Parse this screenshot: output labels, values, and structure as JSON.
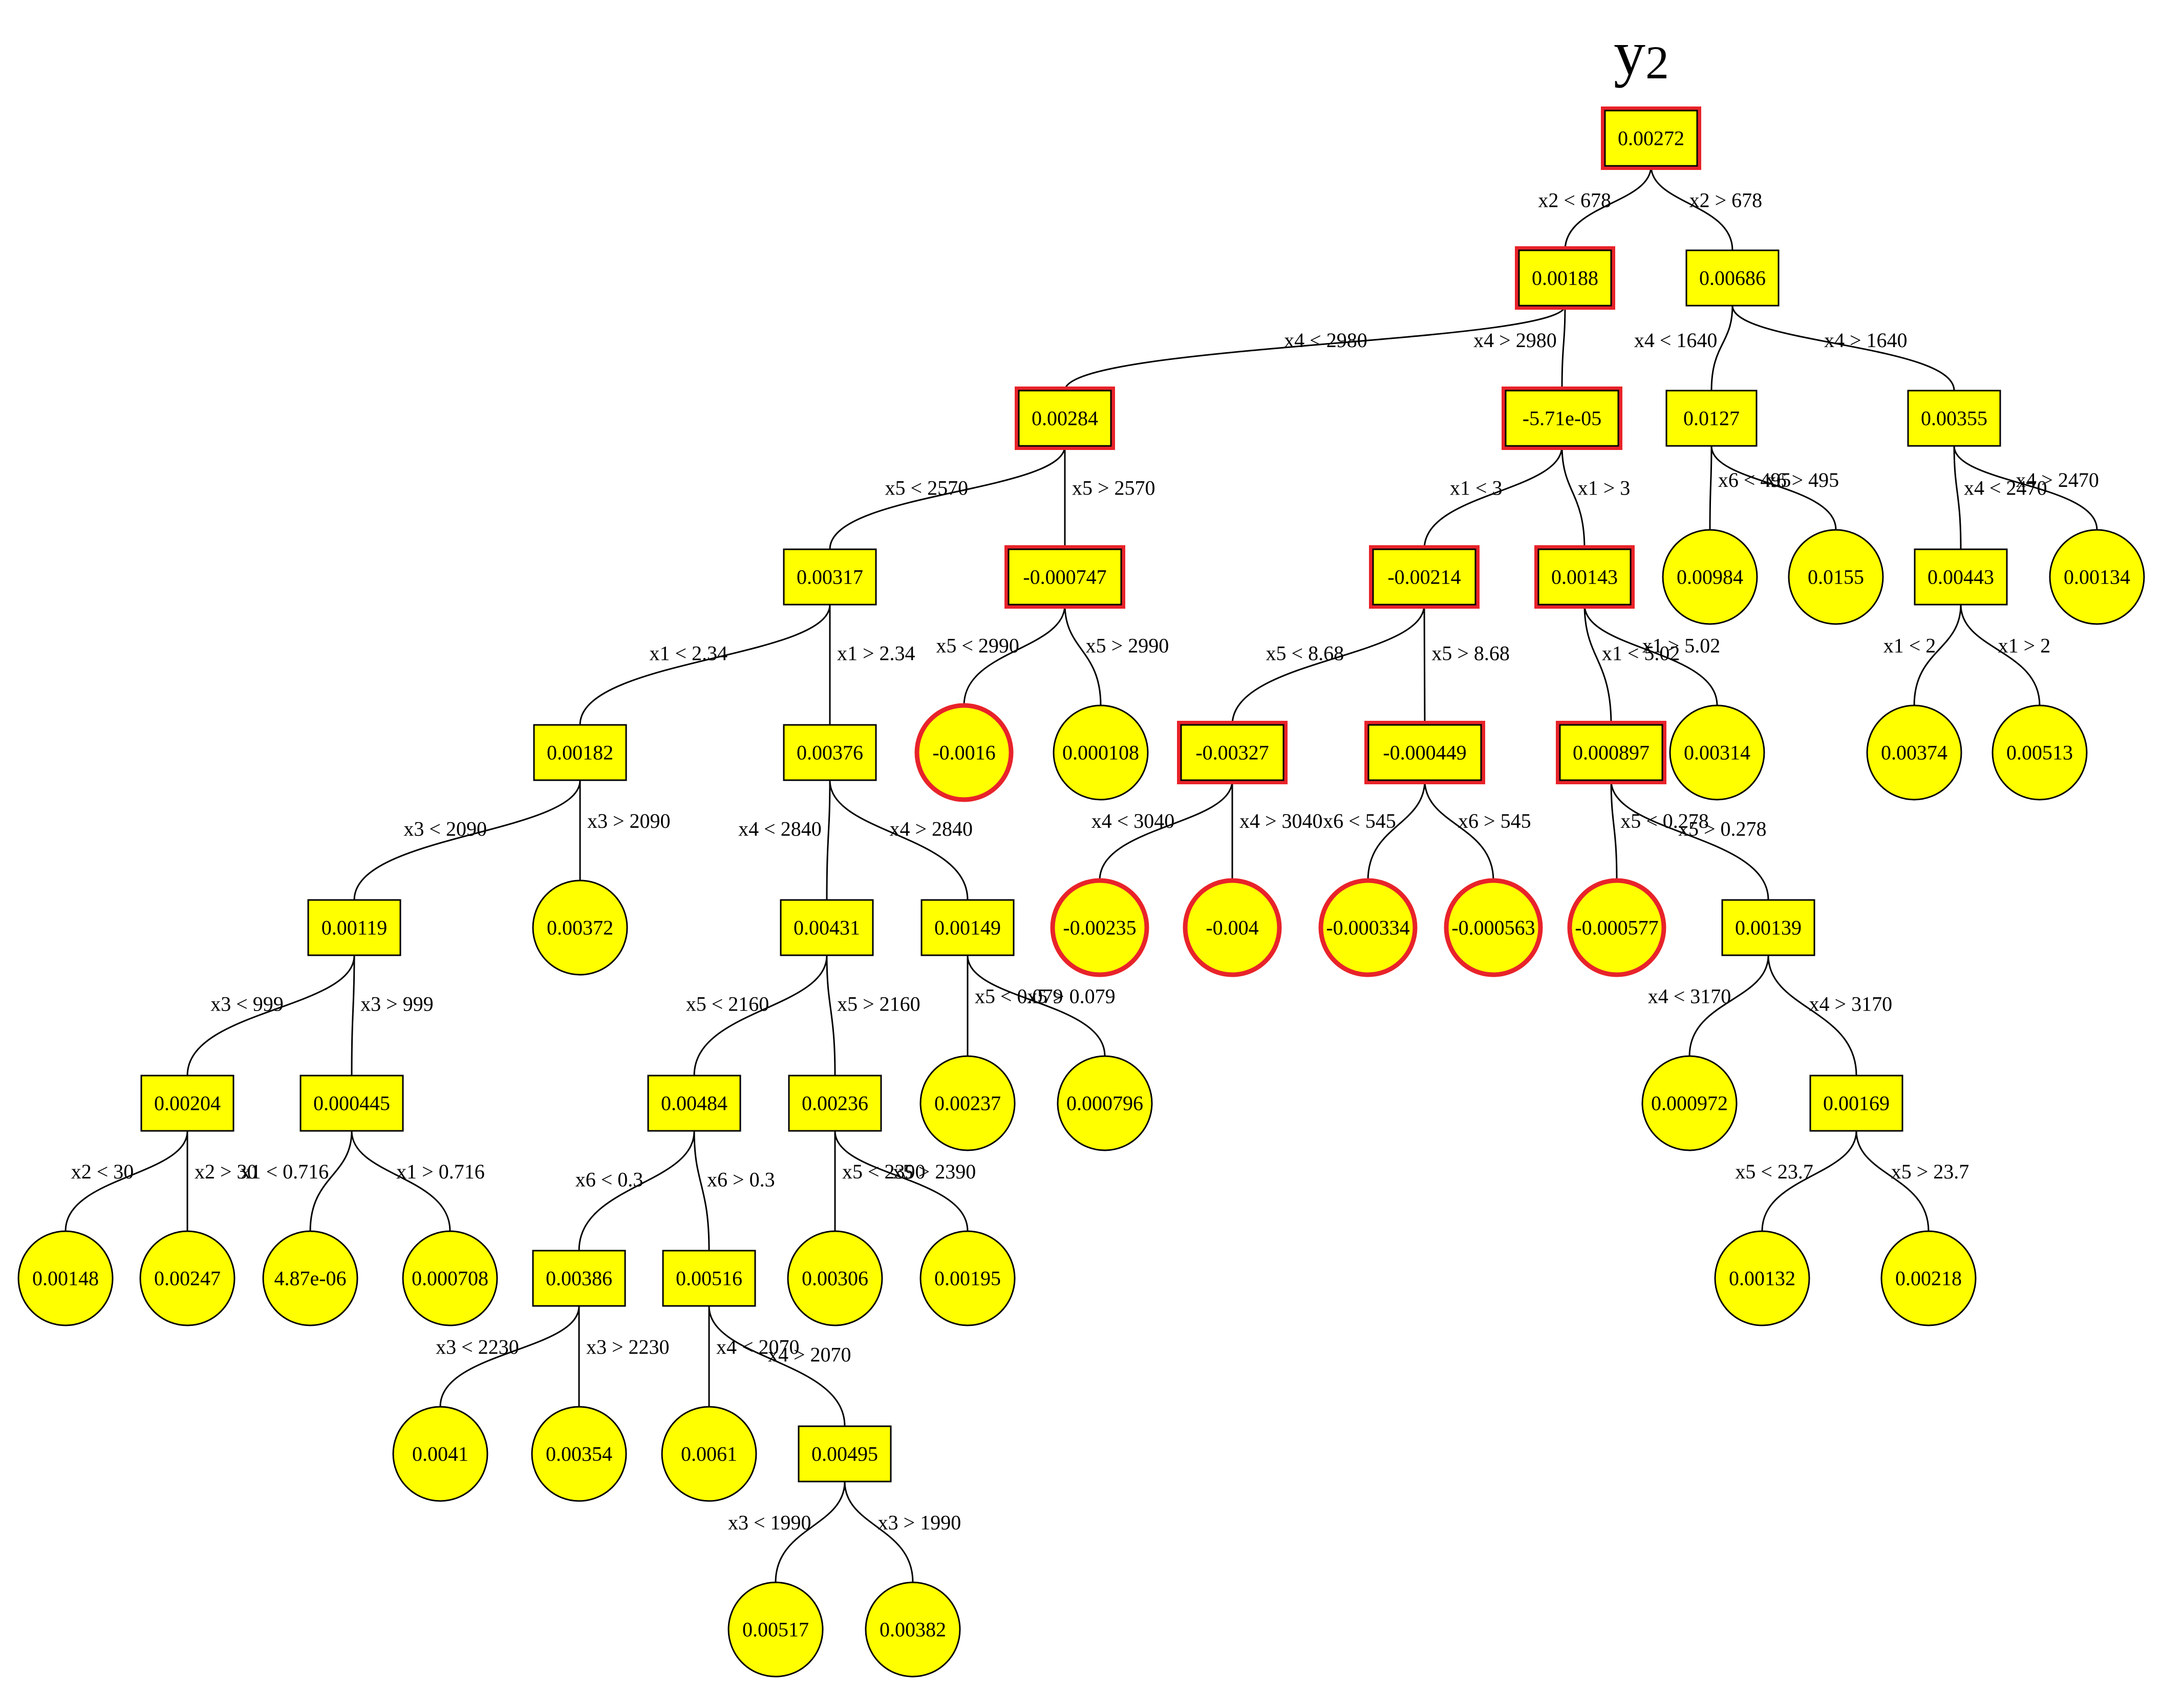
{
  "title": {
    "main": "y",
    "sub": "2"
  },
  "colors": {
    "node_fill": "#ffff00",
    "normal_stroke": "#000000",
    "highlight_stroke": "#e8232a",
    "edge": "#000000"
  },
  "nodes": [
    {
      "id": "n0",
      "label": "0.00272",
      "shape": "box",
      "highlight": true
    },
    {
      "id": "n1",
      "label": "0.00188",
      "shape": "box",
      "highlight": true
    },
    {
      "id": "n2",
      "label": "0.00686",
      "shape": "box",
      "highlight": false
    },
    {
      "id": "n3",
      "label": "0.00284",
      "shape": "box",
      "highlight": true
    },
    {
      "id": "n4",
      "label": "-5.71e-05",
      "shape": "box",
      "highlight": true
    },
    {
      "id": "n5",
      "label": "0.0127",
      "shape": "box",
      "highlight": false
    },
    {
      "id": "n6",
      "label": "0.00355",
      "shape": "box",
      "highlight": false
    },
    {
      "id": "n7",
      "label": "0.00317",
      "shape": "box",
      "highlight": false
    },
    {
      "id": "n8",
      "label": "-0.000747",
      "shape": "box",
      "highlight": true
    },
    {
      "id": "n9",
      "label": "-0.00214",
      "shape": "box",
      "highlight": true
    },
    {
      "id": "n10",
      "label": "0.00143",
      "shape": "box",
      "highlight": true
    },
    {
      "id": "n11",
      "label": "0.00984",
      "shape": "circle",
      "highlight": false
    },
    {
      "id": "n12",
      "label": "0.0155",
      "shape": "circle",
      "highlight": false
    },
    {
      "id": "n13",
      "label": "0.00443",
      "shape": "box",
      "highlight": false
    },
    {
      "id": "n14",
      "label": "0.00134",
      "shape": "circle",
      "highlight": false
    },
    {
      "id": "n15",
      "label": "0.00182",
      "shape": "box",
      "highlight": false
    },
    {
      "id": "n16",
      "label": "0.00376",
      "shape": "box",
      "highlight": false
    },
    {
      "id": "n17",
      "label": "-0.0016",
      "shape": "circle",
      "highlight": true
    },
    {
      "id": "n18",
      "label": "0.000108",
      "shape": "circle",
      "highlight": false
    },
    {
      "id": "n19",
      "label": "-0.00327",
      "shape": "box",
      "highlight": true
    },
    {
      "id": "n20",
      "label": "-0.000449",
      "shape": "box",
      "highlight": true
    },
    {
      "id": "n21",
      "label": "0.000897",
      "shape": "box",
      "highlight": true
    },
    {
      "id": "n22",
      "label": "0.00314",
      "shape": "circle",
      "highlight": false
    },
    {
      "id": "n23",
      "label": "0.00374",
      "shape": "circle",
      "highlight": false
    },
    {
      "id": "n24",
      "label": "0.00513",
      "shape": "circle",
      "highlight": false
    },
    {
      "id": "n25",
      "label": "0.00119",
      "shape": "box",
      "highlight": false
    },
    {
      "id": "n26",
      "label": "0.00372",
      "shape": "circle",
      "highlight": false
    },
    {
      "id": "n27",
      "label": "0.00431",
      "shape": "box",
      "highlight": false
    },
    {
      "id": "n28",
      "label": "0.00149",
      "shape": "box",
      "highlight": false
    },
    {
      "id": "n29",
      "label": "-0.00235",
      "shape": "circle",
      "highlight": true
    },
    {
      "id": "n30",
      "label": "-0.004",
      "shape": "circle",
      "highlight": true
    },
    {
      "id": "n31",
      "label": "-0.000334",
      "shape": "circle",
      "highlight": true
    },
    {
      "id": "n32",
      "label": "-0.000563",
      "shape": "circle",
      "highlight": true
    },
    {
      "id": "n33",
      "label": "-0.000577",
      "shape": "circle",
      "highlight": true
    },
    {
      "id": "n34",
      "label": "0.00139",
      "shape": "box",
      "highlight": false
    },
    {
      "id": "n35",
      "label": "0.00204",
      "shape": "box",
      "highlight": false
    },
    {
      "id": "n36",
      "label": "0.000445",
      "shape": "box",
      "highlight": false
    },
    {
      "id": "n37",
      "label": "0.00484",
      "shape": "box",
      "highlight": false
    },
    {
      "id": "n38",
      "label": "0.00236",
      "shape": "box",
      "highlight": false
    },
    {
      "id": "n39",
      "label": "0.00237",
      "shape": "circle",
      "highlight": false
    },
    {
      "id": "n40",
      "label": "0.000796",
      "shape": "circle",
      "highlight": false
    },
    {
      "id": "n41",
      "label": "0.000972",
      "shape": "circle",
      "highlight": false
    },
    {
      "id": "n42",
      "label": "0.00169",
      "shape": "box",
      "highlight": false
    },
    {
      "id": "n43",
      "label": "0.00148",
      "shape": "circle",
      "highlight": false
    },
    {
      "id": "n44",
      "label": "0.00247",
      "shape": "circle",
      "highlight": false
    },
    {
      "id": "n45",
      "label": "4.87e-06",
      "shape": "circle",
      "highlight": false
    },
    {
      "id": "n46",
      "label": "0.000708",
      "shape": "circle",
      "highlight": false
    },
    {
      "id": "n47",
      "label": "0.00386",
      "shape": "box",
      "highlight": false
    },
    {
      "id": "n48",
      "label": "0.00516",
      "shape": "box",
      "highlight": false
    },
    {
      "id": "n49",
      "label": "0.00306",
      "shape": "circle",
      "highlight": false
    },
    {
      "id": "n50",
      "label": "0.00195",
      "shape": "circle",
      "highlight": false
    },
    {
      "id": "n51",
      "label": "0.00132",
      "shape": "circle",
      "highlight": false
    },
    {
      "id": "n52",
      "label": "0.00218",
      "shape": "circle",
      "highlight": false
    },
    {
      "id": "n53",
      "label": "0.0041",
      "shape": "circle",
      "highlight": false
    },
    {
      "id": "n54",
      "label": "0.00354",
      "shape": "circle",
      "highlight": false
    },
    {
      "id": "n55",
      "label": "0.0061",
      "shape": "circle",
      "highlight": false
    },
    {
      "id": "n56",
      "label": "0.00495",
      "shape": "box",
      "highlight": false
    },
    {
      "id": "n57",
      "label": "0.00517",
      "shape": "circle",
      "highlight": false
    },
    {
      "id": "n58",
      "label": "0.00382",
      "shape": "circle",
      "highlight": false
    }
  ],
  "edges": [
    {
      "from": "n0",
      "to": "n1",
      "label": "x2 < 678"
    },
    {
      "from": "n0",
      "to": "n2",
      "label": "x2 > 678"
    },
    {
      "from": "n1",
      "to": "n3",
      "label": "x4 < 2980"
    },
    {
      "from": "n1",
      "to": "n4",
      "label": "x4 > 2980"
    },
    {
      "from": "n2",
      "to": "n5",
      "label": "x4 < 1640"
    },
    {
      "from": "n2",
      "to": "n6",
      "label": "x4 > 1640"
    },
    {
      "from": "n3",
      "to": "n7",
      "label": "x5 < 2570"
    },
    {
      "from": "n3",
      "to": "n8",
      "label": "x5 > 2570"
    },
    {
      "from": "n4",
      "to": "n9",
      "label": "x1 < 3"
    },
    {
      "from": "n4",
      "to": "n10",
      "label": "x1 > 3"
    },
    {
      "from": "n5",
      "to": "n11",
      "label": "x6 < 495"
    },
    {
      "from": "n5",
      "to": "n12",
      "label": "x6 > 495"
    },
    {
      "from": "n6",
      "to": "n13",
      "label": "x4 < 2470"
    },
    {
      "from": "n6",
      "to": "n14",
      "label": "x4 > 2470"
    },
    {
      "from": "n7",
      "to": "n15",
      "label": "x1 < 2.34"
    },
    {
      "from": "n7",
      "to": "n16",
      "label": "x1 > 2.34"
    },
    {
      "from": "n8",
      "to": "n17",
      "label": "x5 < 2990"
    },
    {
      "from": "n8",
      "to": "n18",
      "label": "x5 > 2990"
    },
    {
      "from": "n9",
      "to": "n19",
      "label": "x5 < 8.68"
    },
    {
      "from": "n9",
      "to": "n20",
      "label": "x5 > 8.68"
    },
    {
      "from": "n10",
      "to": "n21",
      "label": "x1 < 5.02"
    },
    {
      "from": "n10",
      "to": "n22",
      "label": "x1 > 5.02"
    },
    {
      "from": "n13",
      "to": "n23",
      "label": "x1 < 2"
    },
    {
      "from": "n13",
      "to": "n24",
      "label": "x1 > 2"
    },
    {
      "from": "n15",
      "to": "n25",
      "label": "x3 < 2090"
    },
    {
      "from": "n15",
      "to": "n26",
      "label": "x3 > 2090"
    },
    {
      "from": "n16",
      "to": "n27",
      "label": "x4 < 2840"
    },
    {
      "from": "n16",
      "to": "n28",
      "label": "x4 > 2840"
    },
    {
      "from": "n19",
      "to": "n29",
      "label": "x4 < 3040"
    },
    {
      "from": "n19",
      "to": "n30",
      "label": "x4 > 3040"
    },
    {
      "from": "n20",
      "to": "n31",
      "label": "x6 < 545"
    },
    {
      "from": "n20",
      "to": "n32",
      "label": "x6 > 545"
    },
    {
      "from": "n21",
      "to": "n33",
      "label": "x5 < 0.278"
    },
    {
      "from": "n21",
      "to": "n34",
      "label": "x5 > 0.278"
    },
    {
      "from": "n25",
      "to": "n35",
      "label": "x3 < 999"
    },
    {
      "from": "n25",
      "to": "n36",
      "label": "x3 > 999"
    },
    {
      "from": "n27",
      "to": "n37",
      "label": "x5 < 2160"
    },
    {
      "from": "n27",
      "to": "n38",
      "label": "x5 > 2160"
    },
    {
      "from": "n28",
      "to": "n39",
      "label": "x5 < 0.079"
    },
    {
      "from": "n28",
      "to": "n40",
      "label": "x5 > 0.079"
    },
    {
      "from": "n34",
      "to": "n41",
      "label": "x4 < 3170"
    },
    {
      "from": "n34",
      "to": "n42",
      "label": "x4 > 3170"
    },
    {
      "from": "n35",
      "to": "n43",
      "label": "x2 < 30"
    },
    {
      "from": "n35",
      "to": "n44",
      "label": "x2 > 30"
    },
    {
      "from": "n36",
      "to": "n45",
      "label": "x1 < 0.716"
    },
    {
      "from": "n36",
      "to": "n46",
      "label": "x1 > 0.716"
    },
    {
      "from": "n37",
      "to": "n47",
      "label": "x6 < 0.3"
    },
    {
      "from": "n37",
      "to": "n48",
      "label": "x6 > 0.3"
    },
    {
      "from": "n38",
      "to": "n49",
      "label": "x5 < 2390"
    },
    {
      "from": "n38",
      "to": "n50",
      "label": "x5 > 2390"
    },
    {
      "from": "n42",
      "to": "n51",
      "label": "x5 < 23.7"
    },
    {
      "from": "n42",
      "to": "n52",
      "label": "x5 > 23.7"
    },
    {
      "from": "n47",
      "to": "n53",
      "label": "x3 < 2230"
    },
    {
      "from": "n47",
      "to": "n54",
      "label": "x3 > 2230"
    },
    {
      "from": "n48",
      "to": "n55",
      "label": "x4 < 2070"
    },
    {
      "from": "n48",
      "to": "n56",
      "label": "x4 > 2070"
    },
    {
      "from": "n56",
      "to": "n57",
      "label": "x3 < 1990"
    },
    {
      "from": "n56",
      "to": "n58",
      "label": "x3 > 1990"
    }
  ]
}
